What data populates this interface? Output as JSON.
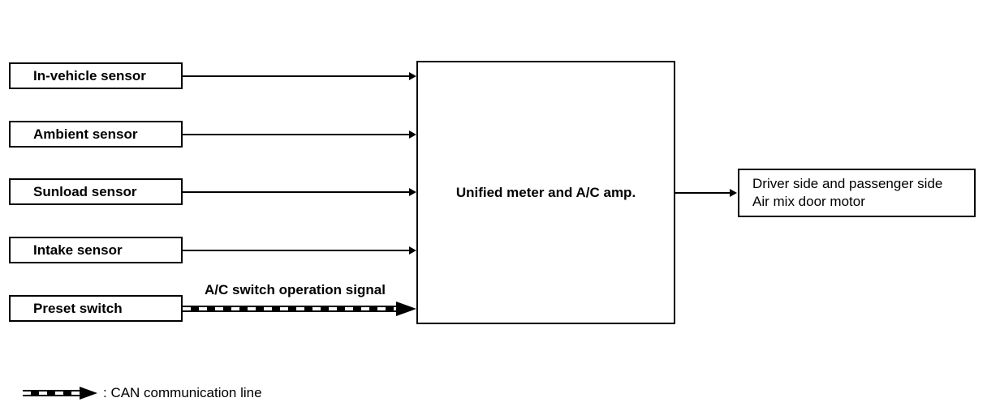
{
  "diagram": {
    "colors": {
      "line": "#000000",
      "background": "#ffffff"
    },
    "sources": [
      {
        "label": "In-vehicle sensor"
      },
      {
        "label": "Ambient sensor"
      },
      {
        "label": "Sunload sensor"
      },
      {
        "label": "Intake sensor"
      },
      {
        "label": "Preset switch"
      }
    ],
    "controller": {
      "label": "Unified meter and A/C amp."
    },
    "output": {
      "lines": [
        "Driver side and passenger side",
        "Air mix door motor"
      ]
    },
    "signals": {
      "can_label": "A/C switch operation signal"
    },
    "legend": {
      "label": ": CAN communication line"
    }
  }
}
